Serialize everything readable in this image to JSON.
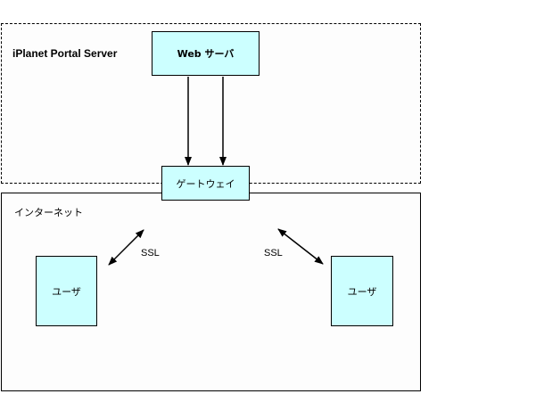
{
  "regions": {
    "portal_label": "iPlanet Portal Server",
    "internet_label": "インターネット"
  },
  "nodes": {
    "web_server": "Web サーバ",
    "gateway": "ゲートウェイ",
    "user_left": "ユーザ",
    "user_right": "ユーザ"
  },
  "connections": {
    "ssl_left": "SSL",
    "ssl_right": "SSL"
  }
}
